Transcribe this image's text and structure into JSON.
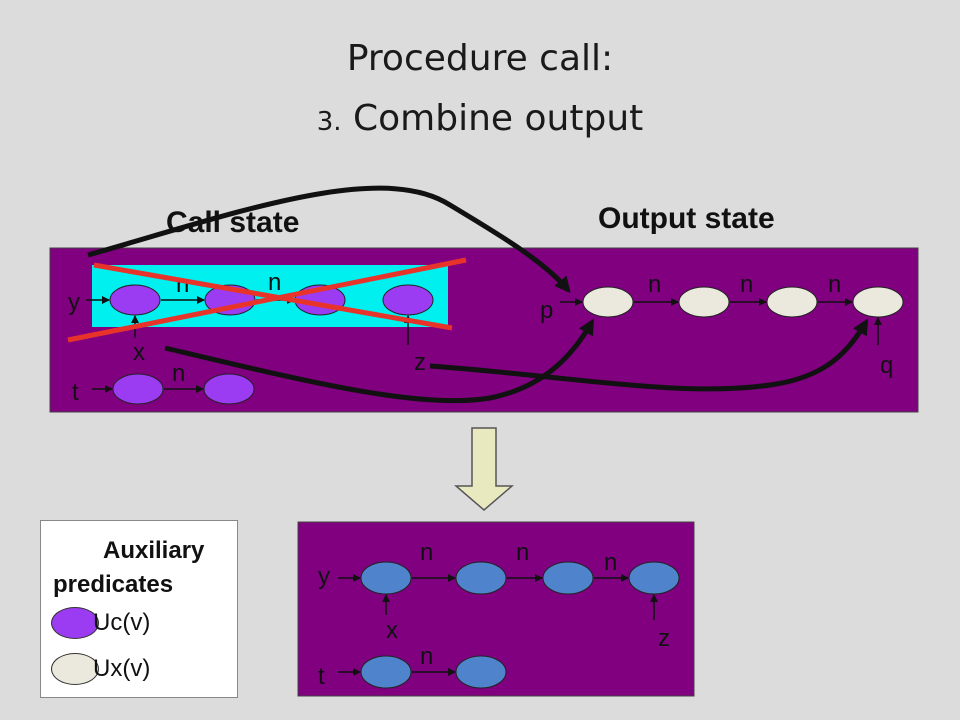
{
  "title": {
    "line1": "Procedure call:",
    "number": "3.",
    "line2": "Combine output"
  },
  "call_state": {
    "heading": "Call state",
    "vars": {
      "y": "y",
      "x": "x",
      "z": "z",
      "t": "t"
    },
    "edges": [
      "n",
      "n",
      "n"
    ]
  },
  "output_state": {
    "heading": "Output state",
    "vars": {
      "p": "p",
      "q": "q"
    },
    "edges": [
      "n",
      "n",
      "n"
    ]
  },
  "result_state": {
    "vars": {
      "y": "y",
      "x": "x",
      "z": "z",
      "t": "t"
    },
    "edges": [
      "n",
      "n",
      "n",
      "n"
    ]
  },
  "legend": {
    "title1": "Auxiliary",
    "title2": "predicates",
    "items": [
      {
        "label": "Uc(v)",
        "color": "#9b3cf2"
      },
      {
        "label": "Ux(v)",
        "color": "#ebe9dd"
      }
    ]
  },
  "colors": {
    "panel": "#800080",
    "highlight": "#00f0f0",
    "call_node": "#9b3cf2",
    "output_node": "#ebe9dd",
    "result_node": "#4f84cc",
    "cross": "#e8332b",
    "down_arrow": "#e9e9c0"
  }
}
